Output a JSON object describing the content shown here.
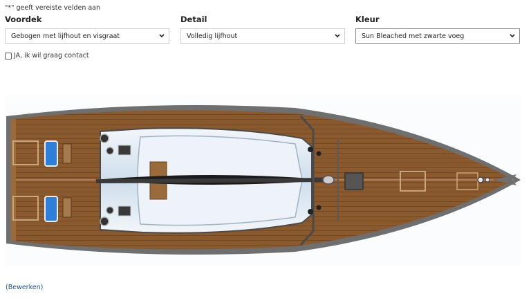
{
  "form": {
    "required_note": "\"*\" geeft vereiste velden aan",
    "fields": [
      {
        "label": "Voordek",
        "value": "Gebogen met lijfhout en visgraat"
      },
      {
        "label": "Detail",
        "value": "Volledig lijfhout"
      },
      {
        "label": "Kleur",
        "value": "Sun Bleached met zwarte voeg"
      }
    ],
    "contact_checkbox_label": "JA, ik wil graag contact"
  },
  "image": {
    "subject": "sailboat-deck-topview"
  },
  "footer": {
    "edit_link": "(Bewerken)"
  },
  "colors": {
    "teak": "#8a5a2e",
    "hull": "#6f6f6f",
    "cockpit": "#dfeaf4",
    "hatch_blue": "#2f7fd8"
  },
  "icons": {
    "select_chevron": "chevron-down-icon"
  }
}
